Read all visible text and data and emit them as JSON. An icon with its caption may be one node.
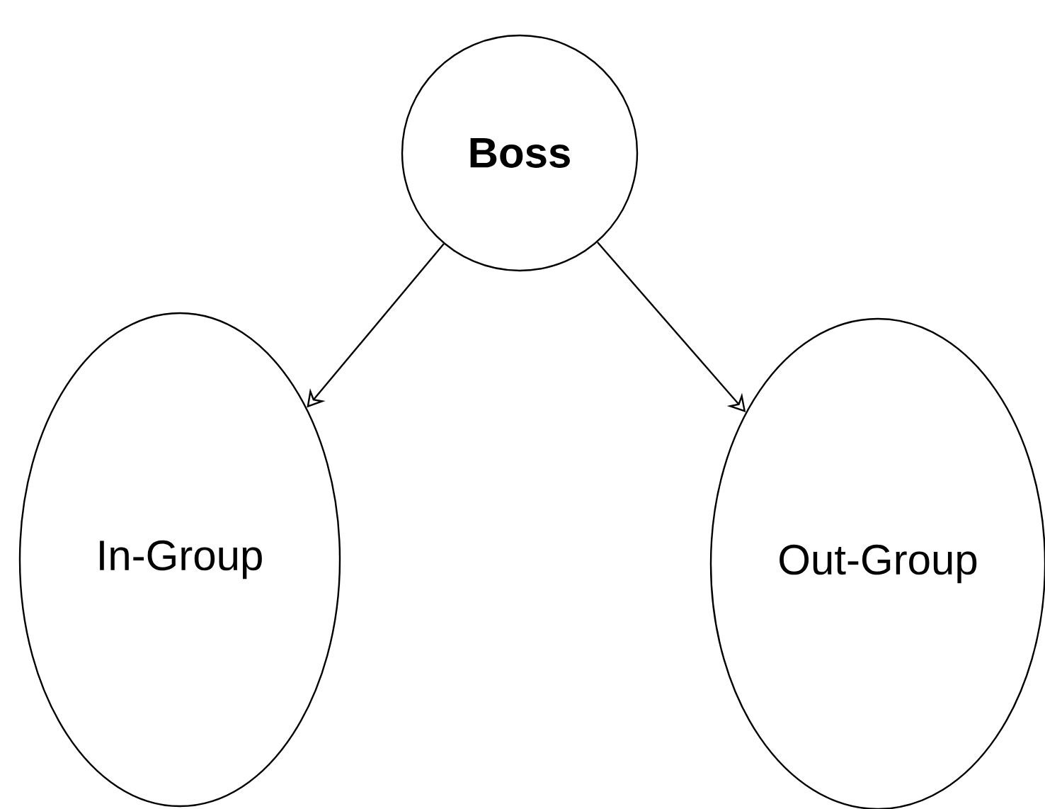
{
  "diagram": {
    "nodes": [
      {
        "text": [
          "Boss"
        ]
      },
      {
        "text": [
          "In-Group"
        ]
      },
      {
        "text": [
          "Out-Group"
        ]
      }
    ],
    "edges": [
      {
        "from": 0,
        "to": 1,
        "arrow": "to"
      },
      {
        "from": 0,
        "to": 2,
        "arrow": "to"
      }
    ]
  }
}
